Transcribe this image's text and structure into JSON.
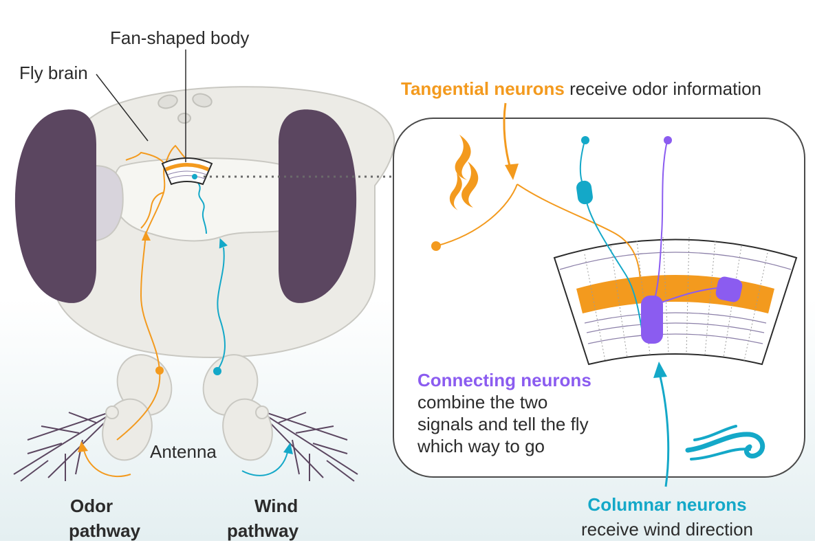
{
  "labels": {
    "fan_shaped_body": "Fan-shaped body",
    "fly_brain": "Fly brain",
    "antenna": "Antenna",
    "odor_pathway_line1": "Odor",
    "odor_pathway_line2": "pathway",
    "wind_pathway_line1": "Wind",
    "wind_pathway_line2": "pathway"
  },
  "callouts": {
    "tangential_title": "Tangential neurons",
    "tangential_text": " receive odor information",
    "connecting_title": "Connecting neurons",
    "connecting_line1": "combine the two",
    "connecting_line2": "signals and tell the fly",
    "connecting_line3": "which way to go",
    "columnar_title": "Columnar neurons",
    "columnar_text": "receive wind direction"
  },
  "colors": {
    "odor": "#f39a1e",
    "wind": "#14a8c8",
    "connecting": "#8b5cf0",
    "eye": "#5b4660",
    "brain": "#ecebe6",
    "antenna_hair": "#5b4660"
  }
}
